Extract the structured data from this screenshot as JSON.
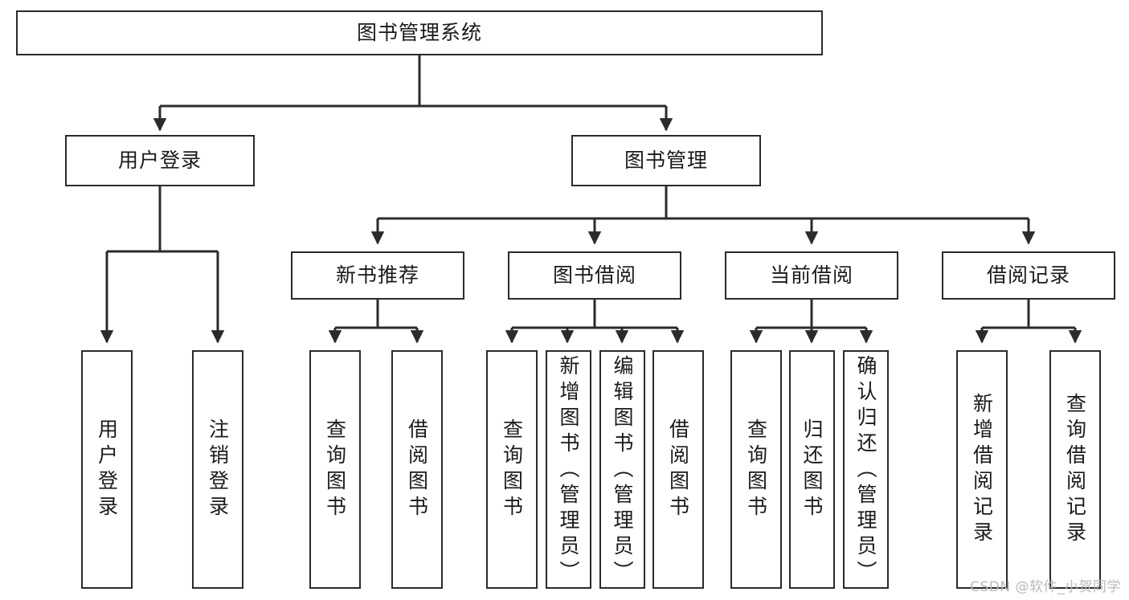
{
  "diagram": {
    "title": "图书管理系统",
    "type": "hierarchy-tree",
    "watermark": "CSDN @软件_小贺同学",
    "colors": {
      "box_border": "#2b2b2b",
      "box_fill": "#ffffff",
      "connector": "#2b2b2b",
      "text": "#1a1a1a",
      "watermark": "#b9b9b9",
      "background": "#ffffff"
    },
    "levels": [
      {
        "level": 1,
        "nodes": [
          {
            "id": "root",
            "label": "图书管理系统"
          }
        ]
      },
      {
        "level": 2,
        "nodes": [
          {
            "id": "user-login",
            "label": "用户登录",
            "parent": "root"
          },
          {
            "id": "book-manage",
            "label": "图书管理",
            "parent": "root"
          }
        ]
      },
      {
        "level": 3,
        "nodes": [
          {
            "id": "new-book-rec",
            "label": "新书推荐",
            "parent": "book-manage"
          },
          {
            "id": "book-borrow",
            "label": "图书借阅",
            "parent": "book-manage"
          },
          {
            "id": "current-borrow",
            "label": "当前借阅",
            "parent": "book-manage"
          },
          {
            "id": "borrow-record",
            "label": "借阅记录",
            "parent": "book-manage"
          }
        ]
      },
      {
        "level": 4,
        "nodes": [
          {
            "id": "leaf-user-login",
            "label": "用户登录",
            "parent": "user-login"
          },
          {
            "id": "leaf-logout",
            "label": "注销登录",
            "parent": "user-login"
          },
          {
            "id": "leaf-query-book-1",
            "label": "查询图书",
            "parent": "new-book-rec"
          },
          {
            "id": "leaf-borrow-book-1",
            "label": "借阅图书",
            "parent": "new-book-rec"
          },
          {
            "id": "leaf-query-book-2",
            "label": "查询图书",
            "parent": "book-borrow"
          },
          {
            "id": "leaf-add-book",
            "label": "新增图书（管理员）",
            "parent": "book-borrow"
          },
          {
            "id": "leaf-edit-book",
            "label": "编辑图书（管理员）",
            "parent": "book-borrow"
          },
          {
            "id": "leaf-borrow-book-2",
            "label": "借阅图书",
            "parent": "book-borrow"
          },
          {
            "id": "leaf-query-book-3",
            "label": "查询图书",
            "parent": "current-borrow"
          },
          {
            "id": "leaf-return-book",
            "label": "归还图书",
            "parent": "current-borrow"
          },
          {
            "id": "leaf-confirm-return",
            "label": "确认归还（管理员）",
            "parent": "current-borrow"
          },
          {
            "id": "leaf-add-record",
            "label": "新增借阅记录",
            "parent": "borrow-record"
          },
          {
            "id": "leaf-query-record",
            "label": "查询借阅记录",
            "parent": "borrow-record"
          }
        ]
      }
    ]
  }
}
